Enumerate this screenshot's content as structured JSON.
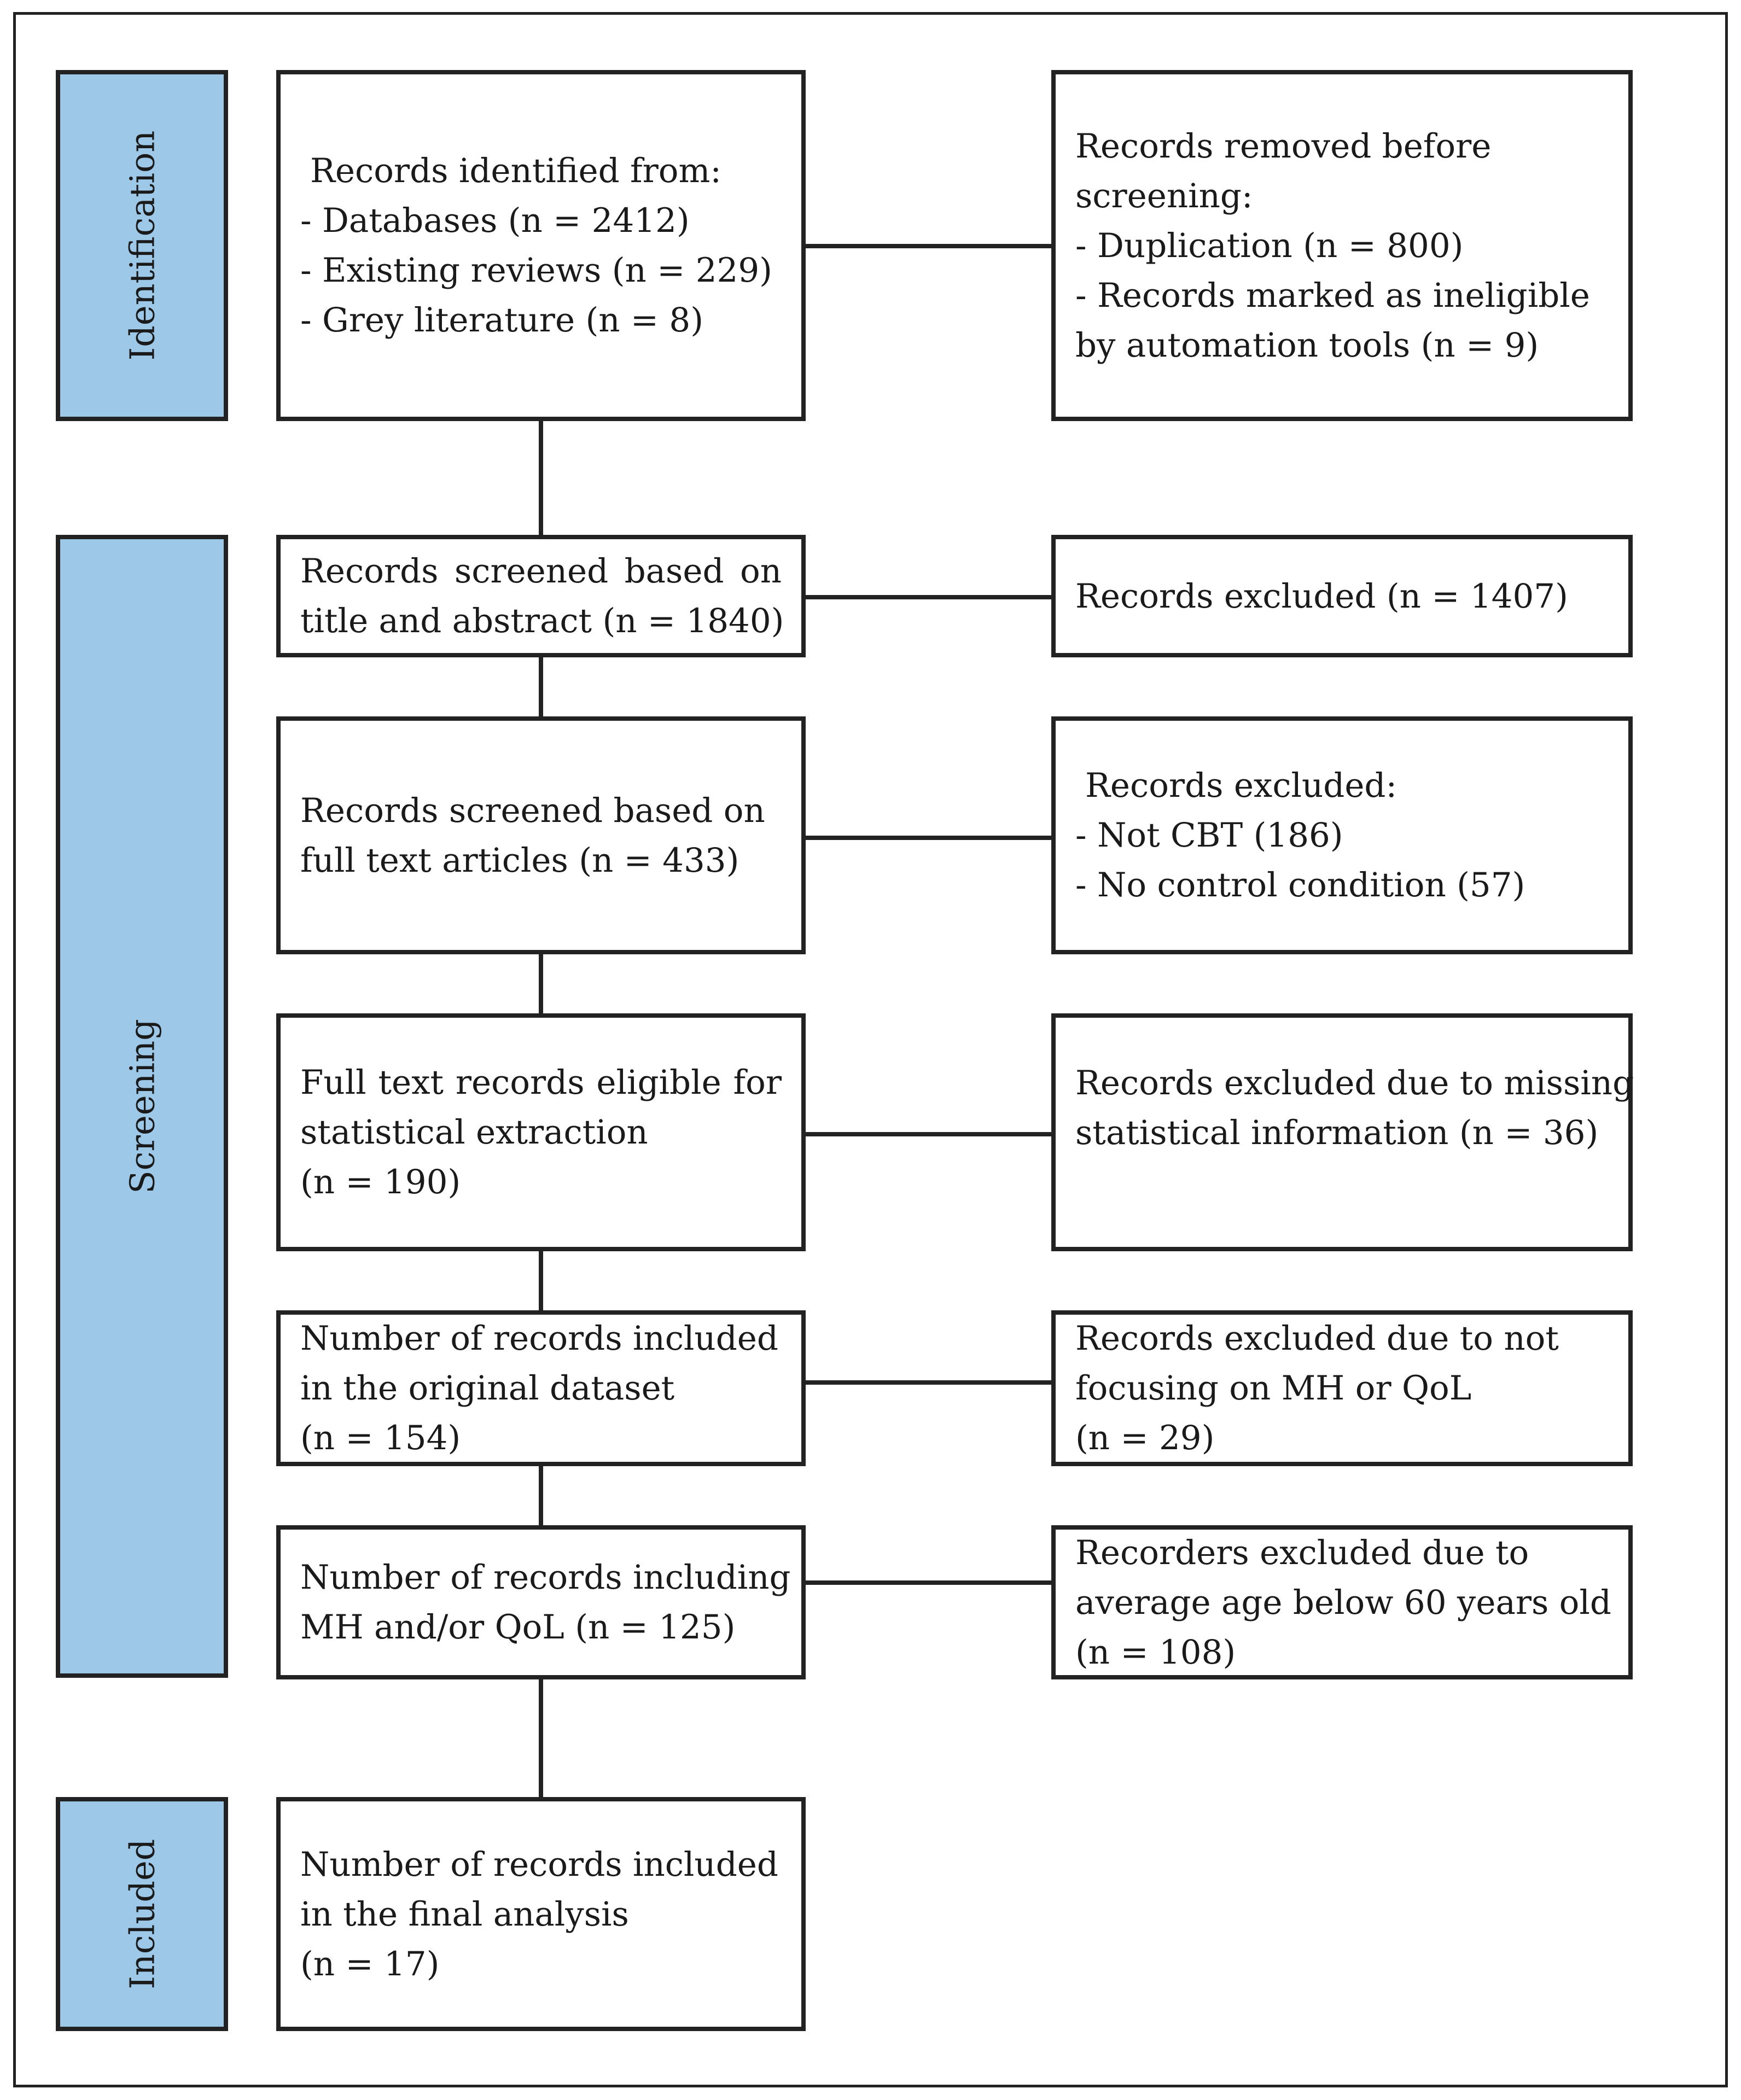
{
  "phases": {
    "identification": "Identification",
    "screening": "Screening",
    "included": "Included"
  },
  "identified": {
    "lines": [
      "Records identified from:",
      "- Databases (n = 2412)",
      "- Existing reviews (n = 229)",
      "- Grey literature (n = 8)"
    ]
  },
  "removed": {
    "lines": [
      "Records removed before",
      "screening:",
      "- Duplication (n = 800)",
      "- Records marked as ineligible",
      "by automation tools (n = 9)"
    ]
  },
  "screened_title": {
    "lines": [
      "Records screened based on",
      "title and abstract (n = 1840)"
    ]
  },
  "excluded_title": {
    "lines": [
      "Records excluded (n = 1407)"
    ]
  },
  "screened_full": {
    "lines": [
      "Records screened based on",
      "full text articles (n = 433)"
    ]
  },
  "excluded_full": {
    "lines": [
      "Records excluded:",
      "- Not CBT (186)",
      "- No control condition (57)"
    ]
  },
  "eligible": {
    "lines": [
      "Full text records eligible for",
      "statistical extraction",
      "(n = 190)"
    ]
  },
  "excluded_stats": {
    "lines": [
      "Records excluded due to missing",
      "statistical information (n = 36)"
    ]
  },
  "original_dataset": {
    "lines": [
      "Number of records included",
      "in the original dataset",
      "(n = 154)"
    ]
  },
  "excluded_focus": {
    "lines": [
      "Records excluded due to not",
      "focusing on MH or QoL",
      "(n = 29)"
    ]
  },
  "mh_qol": {
    "lines": [
      "Number of records including",
      "MH and/or QoL (n = 125)"
    ]
  },
  "excluded_age": {
    "lines": [
      "Recorders excluded due to",
      "average age below 60 years old",
      "(n = 108)"
    ]
  },
  "final": {
    "lines": [
      "Number of records included",
      "in the final analysis",
      "(n = 17)"
    ]
  }
}
